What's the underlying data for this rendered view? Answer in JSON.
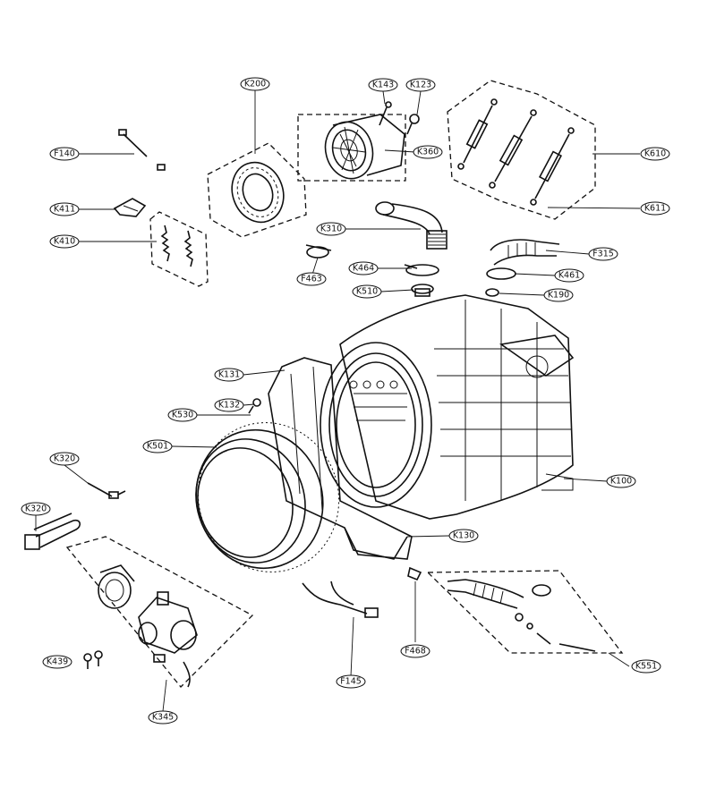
{
  "diagram": {
    "type": "exploded-parts-diagram",
    "callouts": [
      {
        "id": "K200",
        "label": "K200"
      },
      {
        "id": "K143",
        "label": "K143"
      },
      {
        "id": "K123",
        "label": "K123"
      },
      {
        "id": "F140",
        "label": "F140"
      },
      {
        "id": "K360",
        "label": "K360"
      },
      {
        "id": "K610",
        "label": "K610"
      },
      {
        "id": "K411",
        "label": "K411"
      },
      {
        "id": "K611",
        "label": "K611"
      },
      {
        "id": "K410",
        "label": "K410"
      },
      {
        "id": "K310",
        "label": "K310"
      },
      {
        "id": "F315",
        "label": "F315"
      },
      {
        "id": "F463",
        "label": "F463"
      },
      {
        "id": "K464",
        "label": "K464"
      },
      {
        "id": "K461",
        "label": "K461"
      },
      {
        "id": "K510",
        "label": "K510"
      },
      {
        "id": "K190",
        "label": "K190"
      },
      {
        "id": "K131",
        "label": "K131"
      },
      {
        "id": "K132",
        "label": "K132"
      },
      {
        "id": "K530",
        "label": "K530"
      },
      {
        "id": "K501",
        "label": "K501"
      },
      {
        "id": "K100",
        "label": "K100"
      },
      {
        "id": "K320a",
        "label": "K320"
      },
      {
        "id": "K320b",
        "label": "K320"
      },
      {
        "id": "K130",
        "label": "K130"
      },
      {
        "id": "F468",
        "label": "F468"
      },
      {
        "id": "K551",
        "label": "K551"
      },
      {
        "id": "K439",
        "label": "K439"
      },
      {
        "id": "F145",
        "label": "F145"
      },
      {
        "id": "K345",
        "label": "K345"
      }
    ]
  }
}
